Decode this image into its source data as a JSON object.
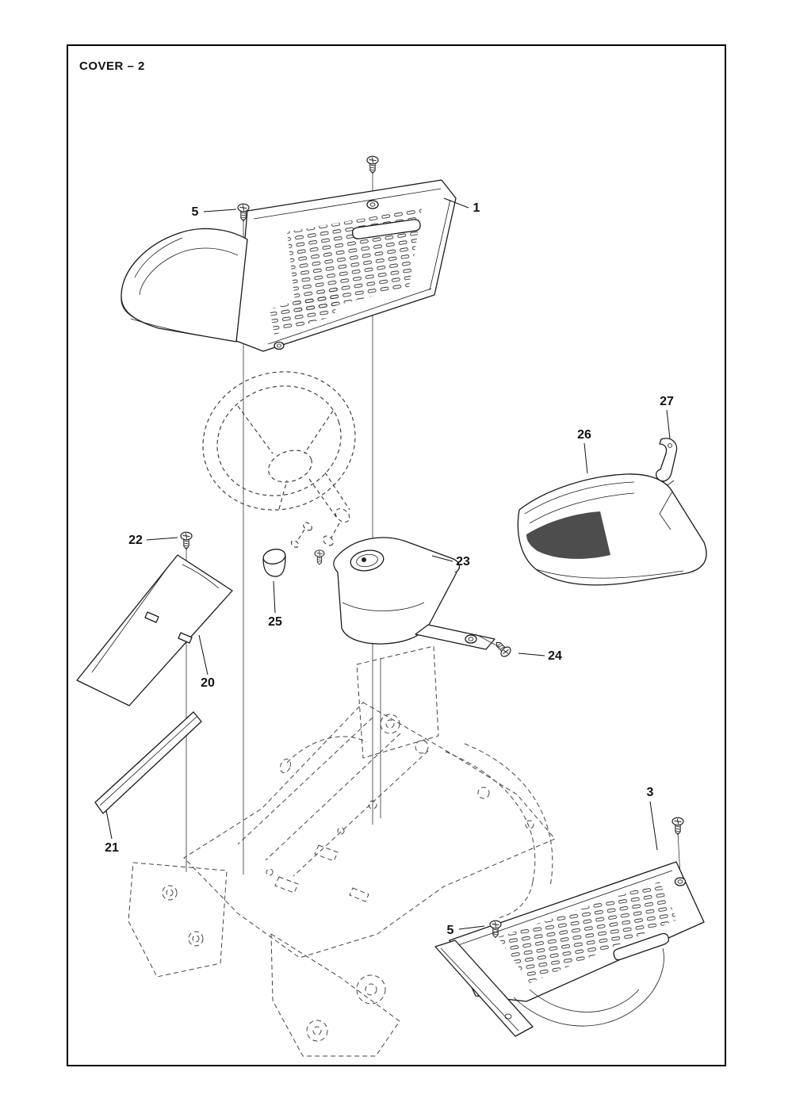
{
  "page": {
    "title": "COVER – 2"
  },
  "callouts": {
    "part1": {
      "label": "1"
    },
    "screw5_top": {
      "label": "5"
    },
    "part3": {
      "label": "3"
    },
    "screw5_bottom": {
      "label": "5"
    },
    "part20": {
      "label": "20"
    },
    "part21": {
      "label": "21"
    },
    "screw22": {
      "label": "22"
    },
    "part23": {
      "label": "23"
    },
    "screw24": {
      "label": "24"
    },
    "part25": {
      "label": "25"
    },
    "part26": {
      "label": "26"
    },
    "part27": {
      "label": "27"
    }
  }
}
